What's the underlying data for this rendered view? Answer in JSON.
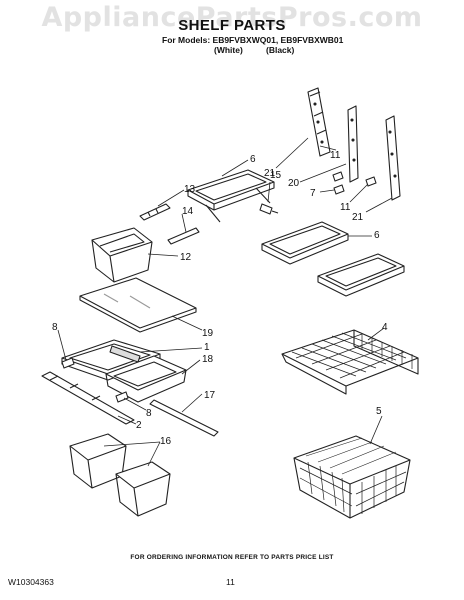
{
  "watermark": "AppliancePartsPros.com",
  "header": {
    "title": "SHELF PARTS",
    "models_line": "For Models: EB9FVBXWQ01, EB9FVBXWB01",
    "color_white": "(White)",
    "color_black": "(Black)"
  },
  "callouts": [
    "21",
    "11",
    "15",
    "6",
    "20",
    "7",
    "11",
    "21",
    "13",
    "14",
    "12",
    "6",
    "19",
    "1",
    "18",
    "8",
    "17",
    "8",
    "2",
    "16",
    "4",
    "5"
  ],
  "footer": {
    "note": "FOR ORDERING INFORMATION REFER TO PARTS PRICE LIST",
    "doc_number": "W10304363",
    "page_number": "11"
  }
}
